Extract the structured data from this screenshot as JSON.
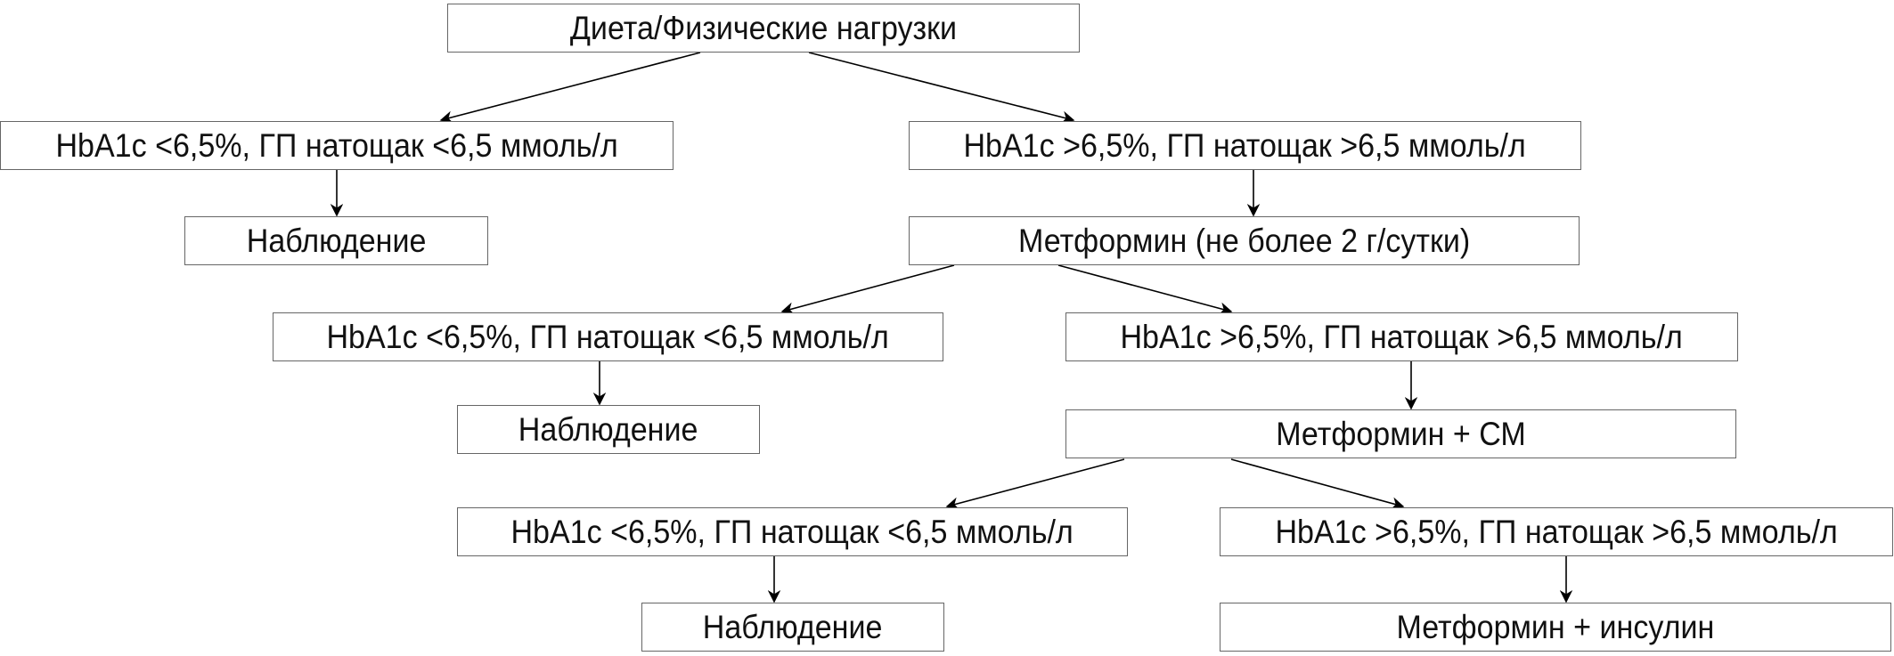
{
  "flowchart": {
    "start": "Диета/Физические нагрузки",
    "level1": {
      "left": "HbA1c <6,5%, ГП натощак <6,5 ммоль/л",
      "left_result": "Наблюдение",
      "right": "HbA1c >6,5%, ГП натощак >6,5 ммоль/л",
      "right_result": "Метформин (не более 2 г/сутки)"
    },
    "level2": {
      "left": "HbA1c <6,5%, ГП натощак <6,5 ммоль/л",
      "left_result": "Наблюдение",
      "right": "HbA1c >6,5%, ГП натощак >6,5 ммоль/л",
      "right_result": "Метформин + СМ"
    },
    "level3": {
      "left": "HbA1c <6,5%, ГП натощак <6,5 ммоль/л",
      "left_result": "Наблюдение",
      "right": "HbA1c >6,5%, ГП натощак >6,5 ммоль/л",
      "right_result": "Метформин + инсулин"
    }
  }
}
